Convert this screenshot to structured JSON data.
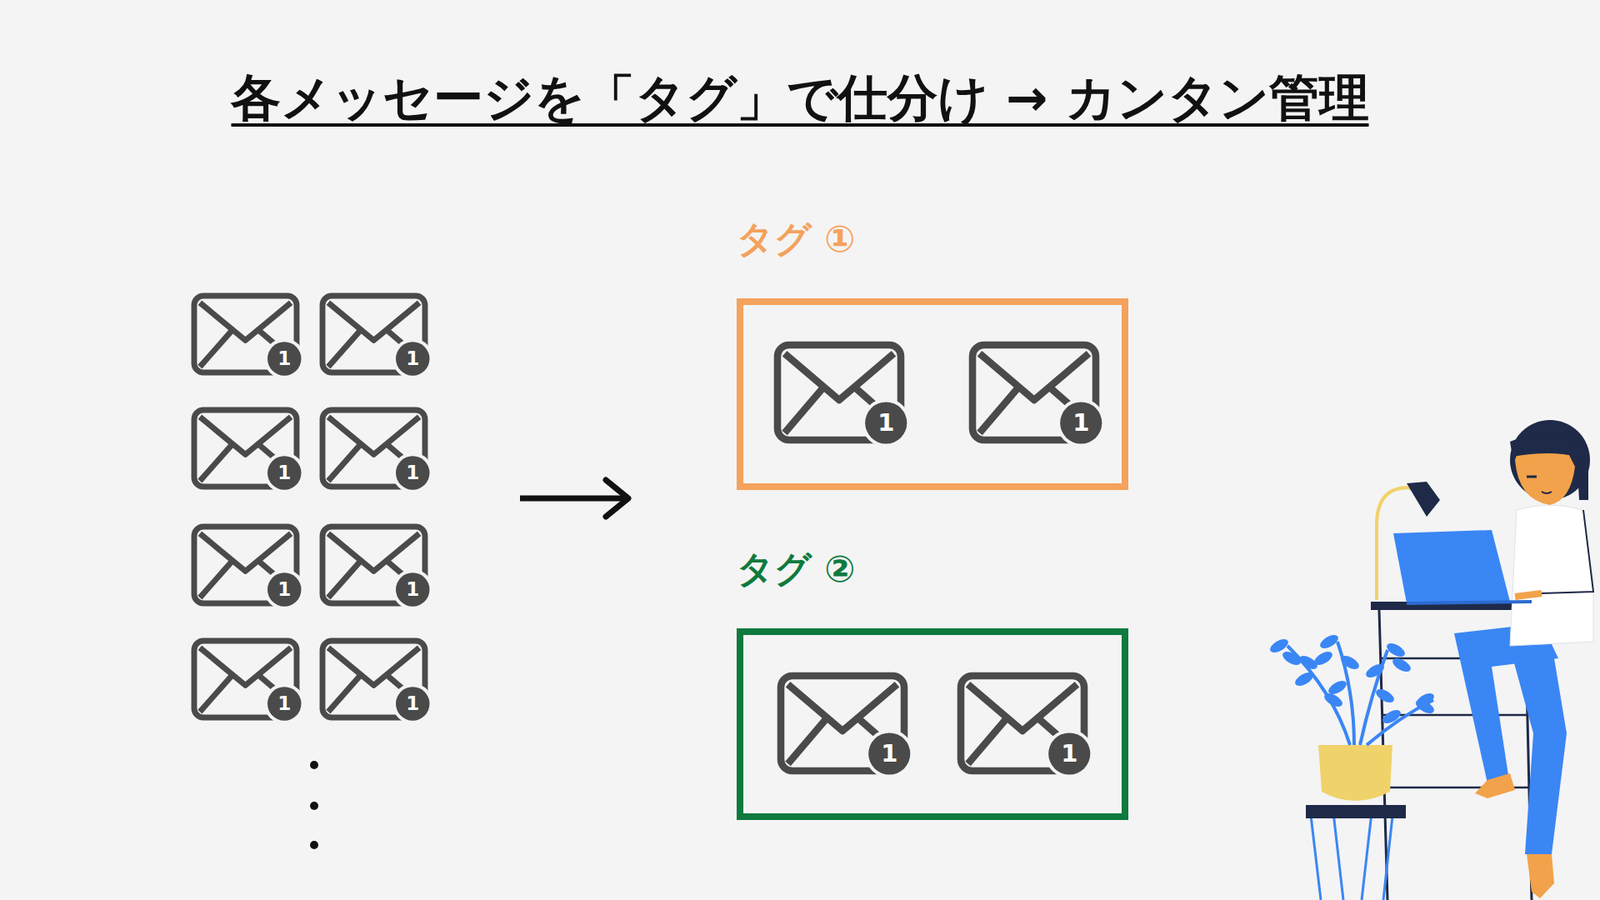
{
  "diagram": {
    "title": "各メッセージを「タグ」で仕分け → カンタン管理",
    "nodes": [
      {
        "text": [
          "タグ ①"
        ]
      },
      {
        "text": [
          "タグ ②"
        ]
      }
    ],
    "labels": [
      "1",
      "1",
      "1",
      "1",
      "1",
      "1",
      "1",
      "1",
      "1",
      "1",
      "1",
      "1"
    ]
  }
}
